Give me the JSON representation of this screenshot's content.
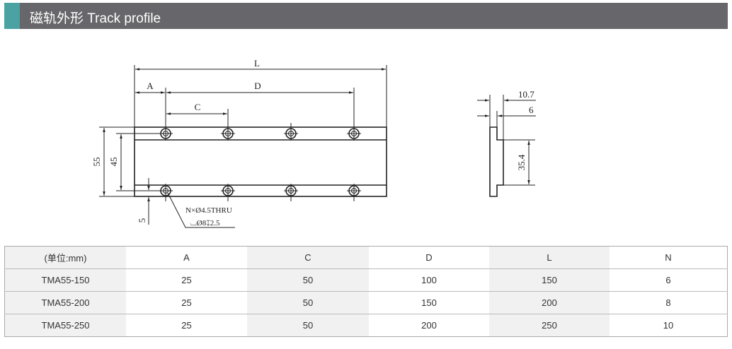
{
  "header": {
    "title": "磁轨外形  Track profile",
    "accent_color": "#4aa3a2",
    "bar_color": "#67676b"
  },
  "drawing": {
    "front": {
      "L": "L",
      "A": "A",
      "D": "D",
      "C": "C",
      "h55": "55",
      "h45": "45",
      "h5": "5",
      "hole_note": "N×Ø4.5THRU",
      "counterbore_note": "⌴Ø8↧2.5"
    },
    "side": {
      "w107": "10.7",
      "w6": "6",
      "h354": "35.4"
    }
  },
  "table": {
    "headers": [
      "(单位:mm)",
      "A",
      "C",
      "D",
      "L",
      "N"
    ],
    "rows": [
      [
        "TMA55-150",
        "25",
        "50",
        "100",
        "150",
        "6"
      ],
      [
        "TMA55-200",
        "25",
        "50",
        "150",
        "200",
        "8"
      ],
      [
        "TMA55-250",
        "25",
        "50",
        "200",
        "250",
        "10"
      ]
    ]
  }
}
